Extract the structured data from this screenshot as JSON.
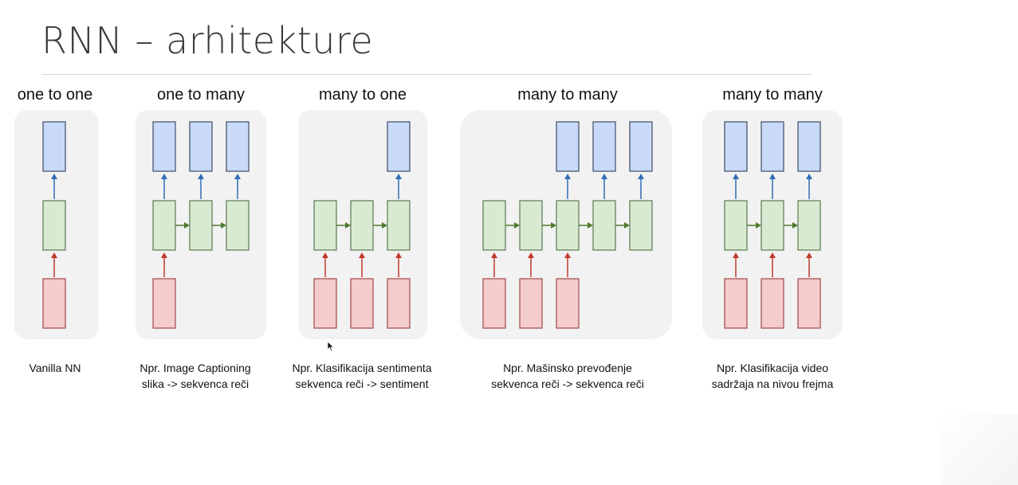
{
  "slide": {
    "title": "RNN – arhitekture"
  },
  "panels": [
    {
      "heading": "one to one",
      "caption_line1": "Vanilla NN",
      "caption_line2": ""
    },
    {
      "heading": "one to many",
      "caption_line1": "Npr. Image Captioning",
      "caption_line2": "slika -> sekvenca reči"
    },
    {
      "heading": "many to one",
      "caption_line1": "Npr. Klasifikacija sentimenta",
      "caption_line2": "sekvenca reči -> sentiment"
    },
    {
      "heading": "many to many",
      "caption_line1": "Npr. Mašinsko prevođenje",
      "caption_line2": "sekvenca reči -> sekvenca reči"
    },
    {
      "heading": "many to many",
      "caption_line1": "Npr. Klasifikacija video",
      "caption_line2": "sadržaja na nivou frejma"
    }
  ],
  "colors": {
    "input_fill": "#f4cccc",
    "input_stroke": "#a04848",
    "hidden_fill": "#d9ead3",
    "hidden_stroke": "#5a7a4f",
    "output_fill": "#c9daf8",
    "output_stroke": "#3c4a66",
    "input_arrow": "#c0392b",
    "hidden_arrow": "#4f7a2e",
    "output_arrow": "#2f6db5",
    "panel_bg": "#f2f2f2"
  }
}
